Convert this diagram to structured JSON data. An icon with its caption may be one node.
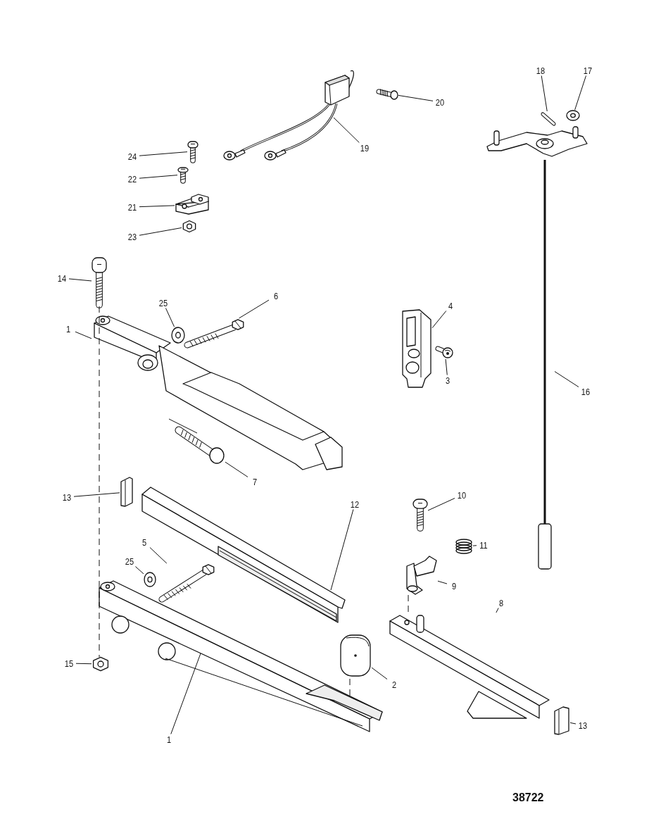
{
  "diagram": {
    "nodes": [
      {
        "text": [
          "18"
        ]
      },
      {
        "text": [
          "17"
        ]
      },
      {
        "text": [
          "20"
        ]
      },
      {
        "text": [
          "19"
        ]
      },
      {
        "text": [
          "24"
        ]
      },
      {
        "text": [
          "22"
        ]
      },
      {
        "text": [
          "21"
        ]
      },
      {
        "text": [
          "23"
        ]
      },
      {
        "text": [
          "14"
        ]
      },
      {
        "text": [
          "6"
        ]
      },
      {
        "text": [
          "25"
        ]
      },
      {
        "text": [
          "4"
        ]
      },
      {
        "text": [
          "1"
        ]
      },
      {
        "text": [
          "3"
        ]
      },
      {
        "text": [
          "16"
        ]
      },
      {
        "text": [
          "7"
        ]
      },
      {
        "text": [
          "10"
        ]
      },
      {
        "text": [
          "13"
        ]
      },
      {
        "text": [
          "12"
        ]
      },
      {
        "text": [
          "5"
        ]
      },
      {
        "text": [
          "11"
        ]
      },
      {
        "text": [
          "25"
        ]
      },
      {
        "text": [
          "9"
        ]
      },
      {
        "text": [
          "8"
        ]
      },
      {
        "text": [
          "15"
        ]
      },
      {
        "text": [
          "2"
        ]
      },
      {
        "text": [
          "1"
        ]
      },
      {
        "text": [
          "13"
        ]
      },
      {
        "text": [],
        "shape": "picture"
      },
      {
        "text": [],
        "shape": "picture"
      },
      {
        "text": [],
        "shape": "picture"
      },
      {
        "text": [],
        "shape": "picture"
      },
      {
        "text": [],
        "shape": "picture"
      },
      {
        "text": [],
        "shape": "picture"
      },
      {
        "text": [],
        "shape": "picture"
      },
      {
        "text": [],
        "shape": "picture"
      },
      {
        "text": [],
        "shape": "picture"
      },
      {
        "text": [],
        "shape": "picture"
      },
      {
        "text": [],
        "shape": "picture"
      },
      {
        "text": [],
        "shape": "picture"
      },
      {
        "text": [],
        "shape": "picture"
      },
      {
        "text": [],
        "shape": "picture"
      },
      {
        "text": [],
        "shape": "picture"
      },
      {
        "text": [],
        "shape": "picture"
      },
      {
        "text": [],
        "shape": "picture"
      },
      {
        "text": [],
        "shape": "picture"
      },
      {
        "text": [],
        "shape": "picture"
      },
      {
        "text": [],
        "shape": "picture"
      },
      {
        "text": [],
        "shape": "picture"
      },
      {
        "text": [],
        "shape": "picture"
      },
      {
        "text": [],
        "shape": "picture"
      },
      {
        "text": [],
        "shape": "picture"
      },
      {
        "text": [],
        "shape": "picture"
      },
      {
        "text": [],
        "shape": "picture"
      },
      {
        "text": [],
        "shape": "picture"
      },
      {
        "text": [],
        "shape": "picture"
      }
    ],
    "edges": [
      {
        "from": 0,
        "to": 28,
        "arrow": "none"
      },
      {
        "from": 1,
        "to": 29,
        "arrow": "none"
      },
      {
        "from": 2,
        "to": 30,
        "arrow": "none"
      },
      {
        "from": 3,
        "to": 31,
        "arrow": "none"
      },
      {
        "from": 4,
        "to": 32,
        "arrow": "none"
      },
      {
        "from": 5,
        "to": 33,
        "arrow": "none"
      },
      {
        "from": 6,
        "to": 34,
        "arrow": "none"
      },
      {
        "from": 7,
        "to": 35,
        "arrow": "none"
      },
      {
        "from": 8,
        "to": 36,
        "arrow": "none"
      },
      {
        "from": 9,
        "to": 37,
        "arrow": "none"
      },
      {
        "from": 10,
        "to": 38,
        "arrow": "none"
      },
      {
        "from": 11,
        "to": 39,
        "arrow": "none"
      },
      {
        "from": 12,
        "to": 40,
        "arrow": "none"
      },
      {
        "from": 13,
        "to": 41,
        "arrow": "none"
      },
      {
        "from": 14,
        "to": 42,
        "arrow": "none"
      },
      {
        "from": 15,
        "to": 43,
        "arrow": "none"
      },
      {
        "from": 16,
        "to": 44,
        "arrow": "none"
      },
      {
        "from": 17,
        "to": 45,
        "arrow": "none"
      },
      {
        "from": 18,
        "to": 46,
        "arrow": "none"
      },
      {
        "from": 19,
        "to": 47,
        "arrow": "none"
      },
      {
        "from": 20,
        "to": 48,
        "arrow": "none"
      },
      {
        "from": 21,
        "to": 49,
        "arrow": "none"
      },
      {
        "from": 22,
        "to": 50,
        "arrow": "none"
      },
      {
        "from": 23,
        "to": 51,
        "arrow": "none"
      },
      {
        "from": 24,
        "to": 52,
        "arrow": "none"
      },
      {
        "from": 25,
        "to": 53,
        "arrow": "none"
      },
      {
        "from": 26,
        "to": 54,
        "arrow": "none"
      },
      {
        "from": 27,
        "to": 55,
        "arrow": "none"
      },
      {
        "from": 36,
        "to": 52,
        "arrow": "none",
        "style": "dashed"
      },
      {
        "from": 50,
        "to": 51,
        "arrow": "none",
        "style": "dashed"
      },
      {
        "from": 53,
        "to": 54,
        "arrow": "none",
        "style": "dashed"
      }
    ],
    "labels": [
      "38722"
    ]
  }
}
